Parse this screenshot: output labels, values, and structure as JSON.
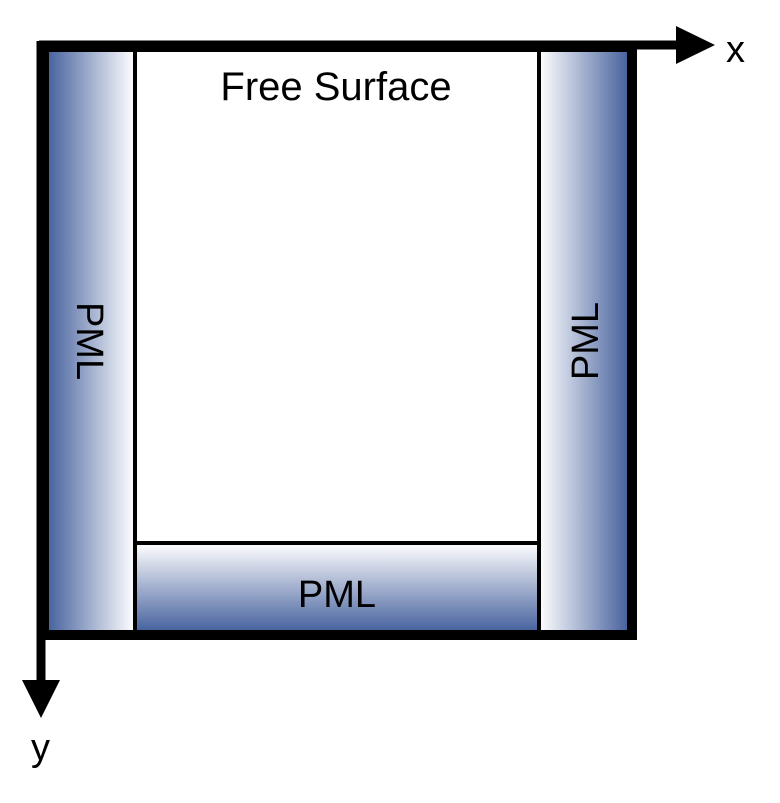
{
  "diagram": {
    "title": "Free Surface",
    "regions": {
      "left": "PML",
      "right": "PML",
      "bottom": "PML"
    },
    "axes": {
      "x_label": "x",
      "y_label": "y"
    }
  },
  "colors": {
    "pml_dark": "#3f5b9a",
    "pml_light": "#ffffff",
    "border": "#000000",
    "background": "#ffffff"
  }
}
